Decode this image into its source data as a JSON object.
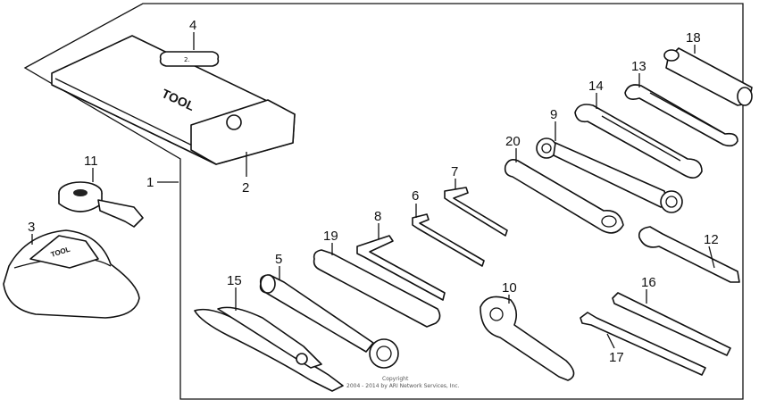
{
  "diagram": {
    "callouts": [
      "1",
      "2",
      "3",
      "4",
      "5",
      "6",
      "7",
      "8",
      "9",
      "10",
      "11",
      "12",
      "13",
      "14",
      "15",
      "16",
      "17",
      "18",
      "19",
      "20"
    ],
    "copyright_line1": "Copyright",
    "copyright_line2": "2004 - 2014 by ARI Network Services, Inc.",
    "pouch_marking": "TOOL"
  }
}
